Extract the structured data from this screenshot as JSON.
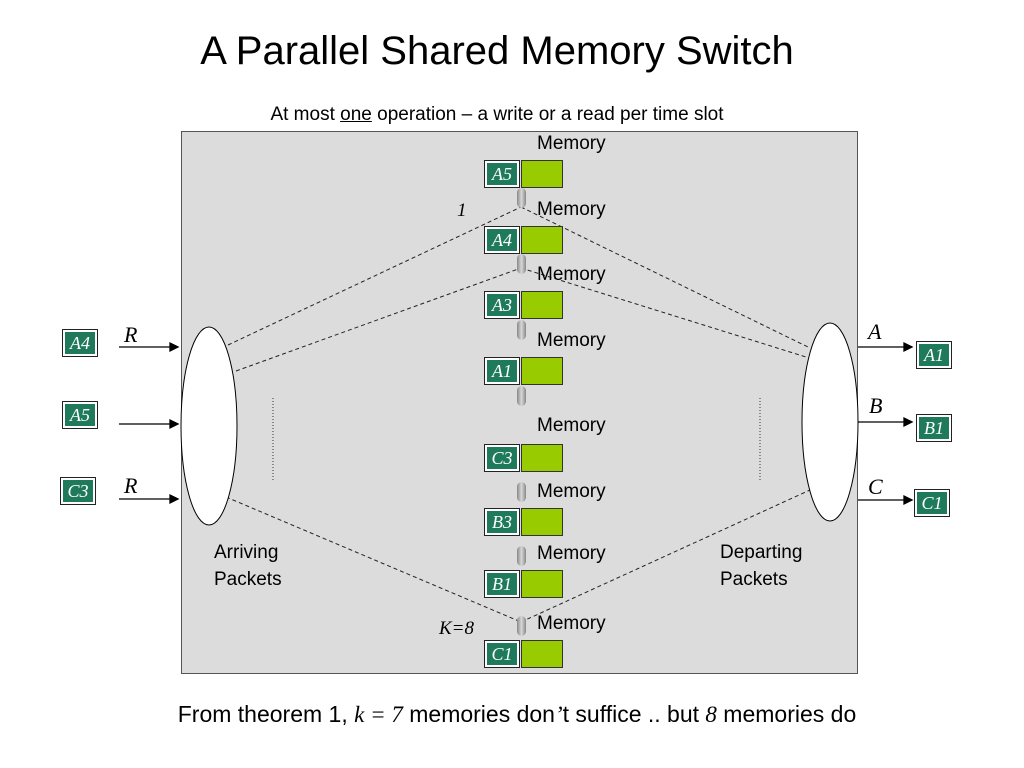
{
  "slide": {
    "title": "A Parallel Shared Memory Switch",
    "subtitle": {
      "before": "At most ",
      "underlined": "one",
      "after": " operation – a write or a read per time slot"
    },
    "footer": {
      "part1": "From theorem 1, ",
      "k_expr": "k = 7",
      "part2": " memories don",
      "apostrophe": "’",
      "part3": "t suffice  .. but ",
      "eight": "8",
      "part4": " memories do"
    }
  },
  "memories": [
    {
      "label": "Memory",
      "packet": "A5"
    },
    {
      "label": "Memory",
      "packet": "A4"
    },
    {
      "label": "Memory",
      "packet": "A3"
    },
    {
      "label": "Memory",
      "packet": "A1"
    },
    {
      "label": "Memory",
      "packet": "C3"
    },
    {
      "label": "Memory",
      "packet": "B3"
    },
    {
      "label": "Memory",
      "packet": "B1"
    },
    {
      "label": "Memory",
      "packet": "C1"
    }
  ],
  "index_labels": {
    "first": "1",
    "last": "K=8"
  },
  "inputs": [
    {
      "packet": "A4",
      "rate": "R"
    },
    {
      "packet": "A5",
      "rate": ""
    },
    {
      "packet": "C3",
      "rate": "R"
    }
  ],
  "outputs": [
    {
      "port": "A",
      "packet": "A1"
    },
    {
      "port": "B",
      "packet": "B1"
    },
    {
      "port": "C",
      "packet": "C1"
    }
  ],
  "captions": {
    "arriving": [
      "Arriving",
      "Packets"
    ],
    "departing": [
      "Departing",
      "Packets"
    ]
  },
  "colors": {
    "packet": "#1f7a5c",
    "memory": "#99cc00",
    "switch_box": "#dcdcdc"
  }
}
